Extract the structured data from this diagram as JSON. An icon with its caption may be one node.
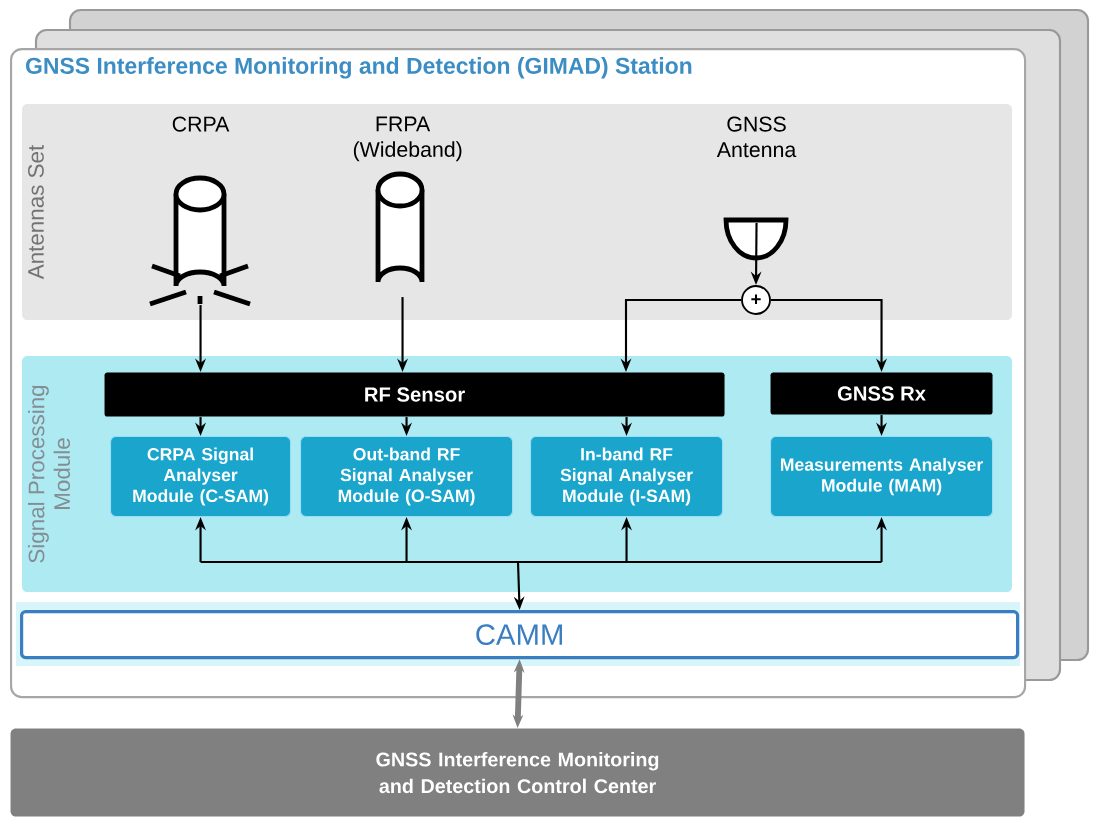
{
  "diagram": {
    "nodes": [
      {
        "text": [
          "GNSS Interference Monitoring and Detection (GIMAD) Station"
        ]
      },
      {
        "text": [
          "Antennas Set"
        ],
        "in": 0
      },
      {
        "text": [
          "CRPA"
        ],
        "in": 1
      },
      {
        "text": [
          "FRPA (Wideband)"
        ],
        "in": 1
      },
      {
        "text": [
          "GNSS Antenna"
        ],
        "in": 1
      },
      {
        "text": [
          "+"
        ],
        "in": 1
      },
      {
        "text": [
          "Signal Processing Module"
        ],
        "in": 0
      },
      {
        "text": [
          "RF Sensor"
        ],
        "in": 6
      },
      {
        "text": [
          "GNSS Rx"
        ],
        "in": 6
      },
      {
        "text": [
          "CRPA Signal Analyser Module (C-SAM)"
        ],
        "in": 6
      },
      {
        "text": [
          "Out-band RF Signal Analyser Module (O-SAM)"
        ],
        "in": 6
      },
      {
        "text": [
          "In-band RF Signal Analyser Module (I-SAM)"
        ],
        "in": 6
      },
      {
        "text": [
          "Measurements Analyser Module (MAM)"
        ],
        "in": 6
      },
      {
        "text": [
          "CAMM"
        ],
        "in": 0
      },
      {
        "text": [
          "GNSS Interference Monitoring and Detection Control Center"
        ]
      }
    ],
    "edges": [
      {
        "from": 2,
        "to": 7,
        "arrow": "to"
      },
      {
        "from": 3,
        "to": 7,
        "arrow": "to"
      },
      {
        "from": 4,
        "to": 5,
        "arrow": "to"
      },
      {
        "from": 5,
        "to": 7,
        "arrow": "to"
      },
      {
        "from": 5,
        "to": 8,
        "arrow": "to"
      },
      {
        "from": 7,
        "to": 9,
        "arrow": "to"
      },
      {
        "from": 7,
        "to": 10,
        "arrow": "to"
      },
      {
        "from": 7,
        "to": 11,
        "arrow": "to"
      },
      {
        "from": 8,
        "to": 12,
        "arrow": "to"
      },
      {
        "from": 13,
        "to": 9,
        "arrow": "both"
      },
      {
        "from": 13,
        "to": 10,
        "arrow": "both"
      },
      {
        "from": 13,
        "to": 11,
        "arrow": "both"
      },
      {
        "from": 13,
        "to": 12,
        "arrow": "both"
      },
      {
        "from": 13,
        "to": 14,
        "arrow": "both",
        "style": "thick",
        "color": "#808080"
      }
    ]
  }
}
